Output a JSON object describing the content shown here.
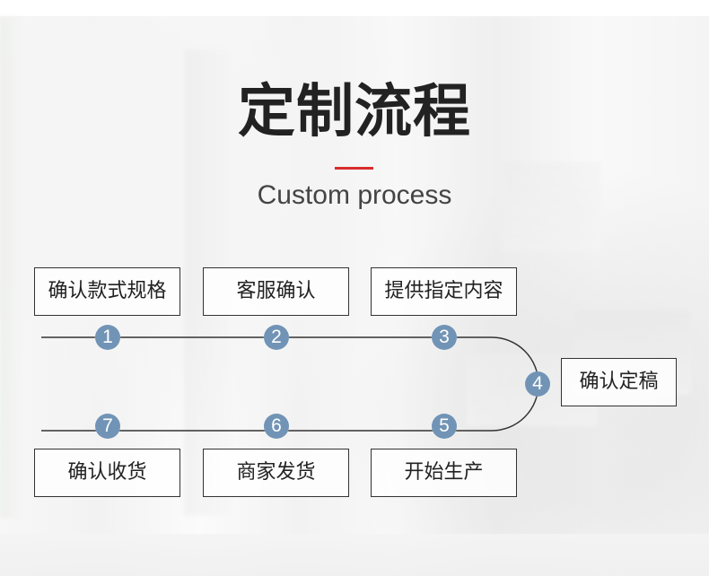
{
  "header": {
    "title": "定制流程",
    "subtitle": "Custom process"
  },
  "steps": [
    {
      "number": "1",
      "label": "确认款式规格"
    },
    {
      "number": "2",
      "label": "客服确认"
    },
    {
      "number": "3",
      "label": "提供指定内容"
    },
    {
      "number": "4",
      "label": "确认定稿"
    },
    {
      "number": "5",
      "label": "开始生产"
    },
    {
      "number": "6",
      "label": "商家发货"
    },
    {
      "number": "7",
      "label": "确认收货"
    }
  ],
  "colors": {
    "title_rule": "#d92d2d",
    "step_dot": "#7194b6",
    "line": "#333333",
    "box_border": "#333333",
    "text": "#222222"
  }
}
